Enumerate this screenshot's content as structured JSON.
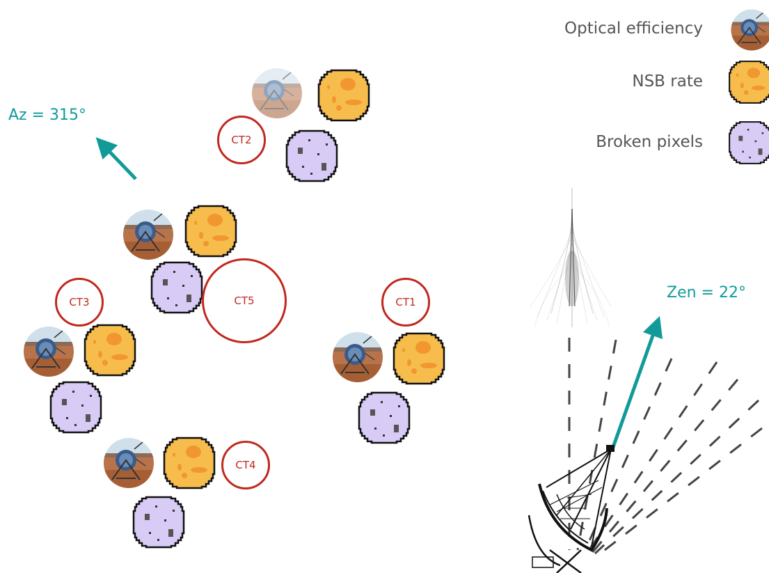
{
  "legend": {
    "optical_efficiency": "Optical efficiency",
    "nsb_rate": "NSB rate",
    "broken_pixels": "Broken pixels"
  },
  "azimuth_label": "Az = 315°",
  "zenith_label": "Zen = 22°",
  "telescopes": {
    "ct1": "CT1",
    "ct2": "CT2",
    "ct3": "CT3",
    "ct4": "CT4",
    "ct5": "CT5"
  },
  "colors": {
    "teal": "#129a9a",
    "ct_red": "#c0281e",
    "nsb_fill": "#f7bd4c",
    "nsb_spot": "#f2962f",
    "pixel_fill": "#d8cbf6",
    "legend_text": "#555555"
  }
}
